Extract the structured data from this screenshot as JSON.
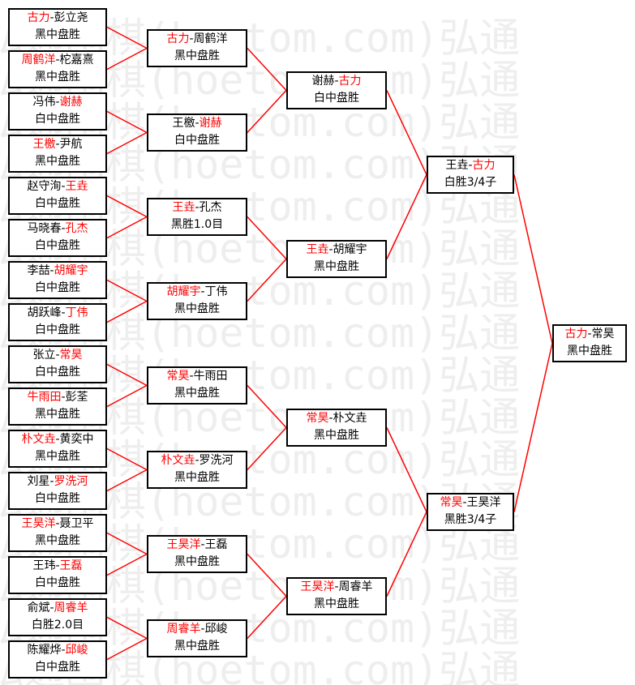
{
  "watermark": "弘通围棋(hoetom.com)弘通",
  "colors": {
    "winner": "#ff0000",
    "line": "#ff0000",
    "border": "#000000",
    "watermark": "#eeeeee"
  },
  "rounds": [
    [
      {
        "players": [
          {
            "name": "古力",
            "win": true
          },
          {
            "name": "彭立尧",
            "win": false
          }
        ],
        "result": "黑中盘胜"
      },
      {
        "players": [
          {
            "name": "周鹤洋",
            "win": true
          },
          {
            "name": "柁嘉熹",
            "win": false
          }
        ],
        "result": "黑中盘胜"
      },
      {
        "players": [
          {
            "name": "冯伟",
            "win": false
          },
          {
            "name": "谢赫",
            "win": true
          }
        ],
        "result": "白中盘胜"
      },
      {
        "players": [
          {
            "name": "王檄",
            "win": true
          },
          {
            "name": "尹航",
            "win": false
          }
        ],
        "result": "黑中盘胜"
      },
      {
        "players": [
          {
            "name": "赵守洵",
            "win": false
          },
          {
            "name": "王垚",
            "win": true
          }
        ],
        "result": "白中盘胜"
      },
      {
        "players": [
          {
            "name": "马晓春",
            "win": false
          },
          {
            "name": "孔杰",
            "win": true
          }
        ],
        "result": "白中盘胜"
      },
      {
        "players": [
          {
            "name": "李喆",
            "win": false
          },
          {
            "name": "胡耀宇",
            "win": true
          }
        ],
        "result": "白中盘胜"
      },
      {
        "players": [
          {
            "name": "胡跃峰",
            "win": false
          },
          {
            "name": "丁伟",
            "win": true
          }
        ],
        "result": "白中盘胜"
      },
      {
        "players": [
          {
            "name": "张立",
            "win": false
          },
          {
            "name": "常昊",
            "win": true
          }
        ],
        "result": "白中盘胜"
      },
      {
        "players": [
          {
            "name": "牛雨田",
            "win": true
          },
          {
            "name": "彭荃",
            "win": false
          }
        ],
        "result": "黑中盘胜"
      },
      {
        "players": [
          {
            "name": "朴文垚",
            "win": true
          },
          {
            "name": "黄奕中",
            "win": false
          }
        ],
        "result": "黑中盘胜"
      },
      {
        "players": [
          {
            "name": "刘星",
            "win": false
          },
          {
            "name": "罗洗河",
            "win": true
          }
        ],
        "result": "白中盘胜"
      },
      {
        "players": [
          {
            "name": "王昊洋",
            "win": true
          },
          {
            "name": "聂卫平",
            "win": false
          }
        ],
        "result": "黑中盘胜"
      },
      {
        "players": [
          {
            "name": "王玮",
            "win": false
          },
          {
            "name": "王磊",
            "win": true
          }
        ],
        "result": "白中盘胜"
      },
      {
        "players": [
          {
            "name": "俞斌",
            "win": false
          },
          {
            "name": "周睿羊",
            "win": true
          }
        ],
        "result": "白胜2.0目"
      },
      {
        "players": [
          {
            "name": "陈耀烨",
            "win": false
          },
          {
            "name": "邱峻",
            "win": true
          }
        ],
        "result": "白中盘胜"
      }
    ],
    [
      {
        "players": [
          {
            "name": "古力",
            "win": true
          },
          {
            "name": "周鹤洋",
            "win": false
          }
        ],
        "result": "黑中盘胜"
      },
      {
        "players": [
          {
            "name": "王檄",
            "win": false
          },
          {
            "name": "谢赫",
            "win": true
          }
        ],
        "result": "白中盘胜"
      },
      {
        "players": [
          {
            "name": "王垚",
            "win": true
          },
          {
            "name": "孔杰",
            "win": false
          }
        ],
        "result": "黑胜1.0目"
      },
      {
        "players": [
          {
            "name": "胡耀宇",
            "win": true
          },
          {
            "name": "丁伟",
            "win": false
          }
        ],
        "result": "黑中盘胜"
      },
      {
        "players": [
          {
            "name": "常昊",
            "win": true
          },
          {
            "name": "牛雨田",
            "win": false
          }
        ],
        "result": "黑中盘胜"
      },
      {
        "players": [
          {
            "name": "朴文垚",
            "win": true
          },
          {
            "name": "罗洗河",
            "win": false
          }
        ],
        "result": "黑中盘胜"
      },
      {
        "players": [
          {
            "name": "王昊洋",
            "win": true
          },
          {
            "name": "王磊",
            "win": false
          }
        ],
        "result": "黑中盘胜"
      },
      {
        "players": [
          {
            "name": "周睿羊",
            "win": true
          },
          {
            "name": "邱峻",
            "win": false
          }
        ],
        "result": "黑中盘胜"
      }
    ],
    [
      {
        "players": [
          {
            "name": "谢赫",
            "win": false
          },
          {
            "name": "古力",
            "win": true
          }
        ],
        "result": "白中盘胜"
      },
      {
        "players": [
          {
            "name": "王垚",
            "win": true
          },
          {
            "name": "胡耀宇",
            "win": false
          }
        ],
        "result": "黑中盘胜"
      },
      {
        "players": [
          {
            "name": "常昊",
            "win": true
          },
          {
            "name": "朴文垚",
            "win": false
          }
        ],
        "result": "黑中盘胜"
      },
      {
        "players": [
          {
            "name": "王昊洋",
            "win": true
          },
          {
            "name": "周睿羊",
            "win": false
          }
        ],
        "result": "黑中盘胜"
      }
    ],
    [
      {
        "players": [
          {
            "name": "王垚",
            "win": false
          },
          {
            "name": "古力",
            "win": true
          }
        ],
        "result": "白胜3/4子"
      },
      {
        "players": [
          {
            "name": "常昊",
            "win": true
          },
          {
            "name": "王昊洋",
            "win": false
          }
        ],
        "result": "黑胜3/4子"
      }
    ],
    [
      {
        "players": [
          {
            "name": "古力",
            "win": true
          },
          {
            "name": "常昊",
            "win": false
          }
        ],
        "result": "黑中盘胜"
      }
    ]
  ]
}
